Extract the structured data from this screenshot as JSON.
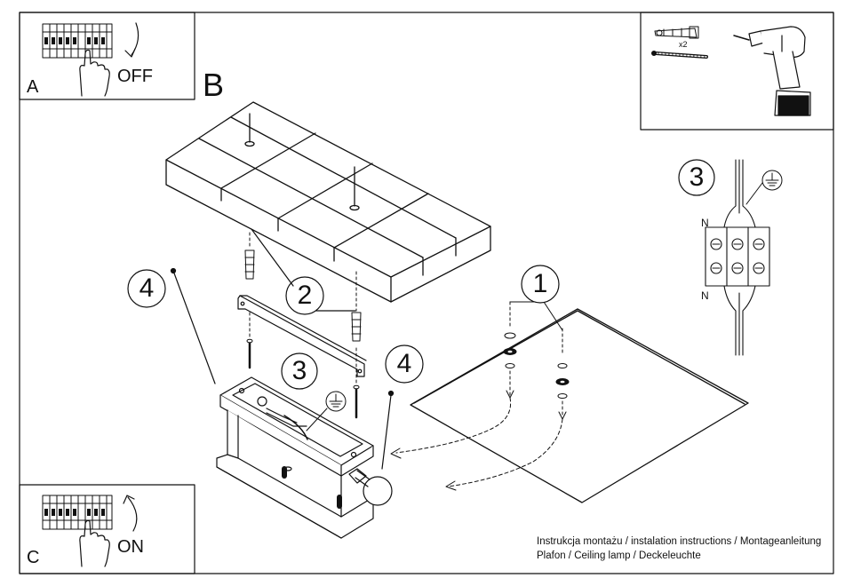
{
  "panels": {
    "a": {
      "letter": "A",
      "action": "OFF"
    },
    "b": {
      "letter": "B"
    },
    "c": {
      "letter": "C",
      "action": "ON"
    }
  },
  "tools": {
    "anchor_qty": "x2"
  },
  "callouts": {
    "one": "1",
    "two": "2",
    "three_wiring": "3",
    "three_fixture": "3",
    "four_left": "4",
    "four_right": "4"
  },
  "wiring": {
    "neutral_top": "N",
    "neutral_bottom": "N"
  },
  "caption": {
    "line1": "Instrukcja montażu / instalation instructions / Montageanleitung",
    "line2": "Plafon / Ceiling lamp / Deckeleuchte"
  },
  "colors": {
    "line": "#111111",
    "background": "#ffffff"
  },
  "icons": [
    "breaker-panel-icon",
    "hand-icon",
    "rotate-arrow-icon",
    "wall-plug-icon",
    "screw-icon",
    "drill-icon",
    "ground-symbol-icon",
    "terminal-block-icon"
  ]
}
